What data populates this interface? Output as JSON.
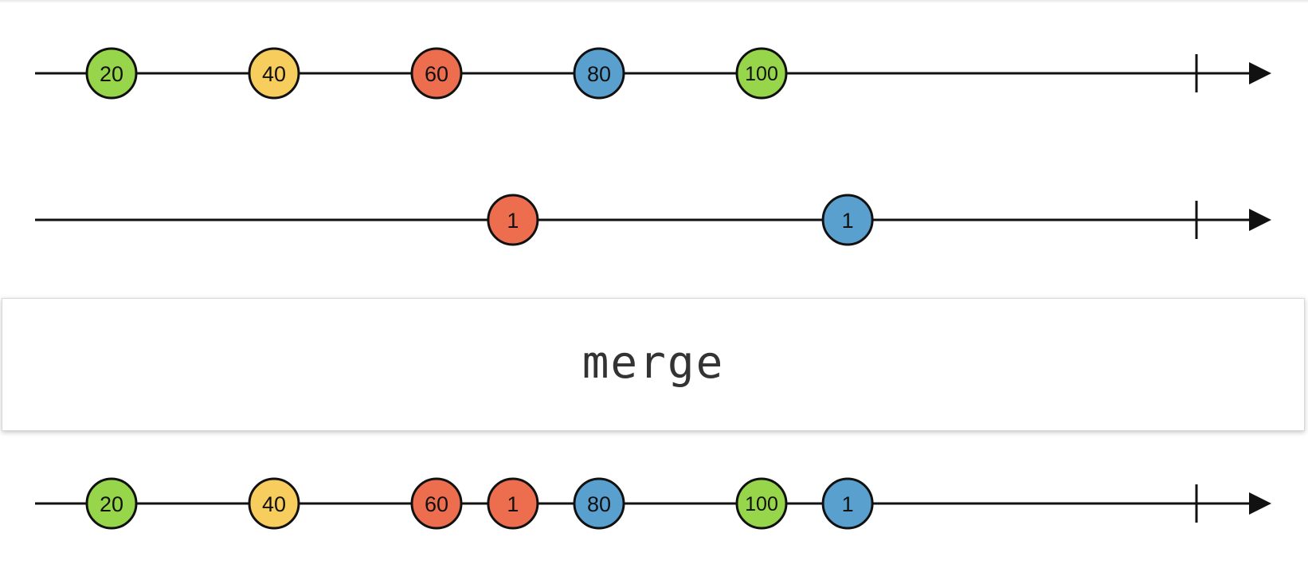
{
  "operator": {
    "label": "merge"
  },
  "colors": {
    "green": "#97d54a",
    "yellow": "#f7cd5e",
    "red": "#ed6e4e",
    "blue": "#5aa0cf",
    "stroke": "#111111"
  },
  "streams": [
    {
      "id": "input-1",
      "events": [
        {
          "label": "20",
          "time": 1,
          "color": "green"
        },
        {
          "label": "40",
          "time": 2,
          "color": "yellow"
        },
        {
          "label": "60",
          "time": 3,
          "color": "red"
        },
        {
          "label": "80",
          "time": 4,
          "color": "blue"
        },
        {
          "label": "100",
          "time": 5,
          "color": "green"
        }
      ]
    },
    {
      "id": "input-2",
      "events": [
        {
          "label": "1",
          "time": 3.47,
          "color": "red"
        },
        {
          "label": "1",
          "time": 5.53,
          "color": "blue"
        }
      ]
    },
    {
      "id": "output",
      "events": [
        {
          "label": "20",
          "time": 1,
          "color": "green"
        },
        {
          "label": "40",
          "time": 2,
          "color": "yellow"
        },
        {
          "label": "60",
          "time": 3,
          "color": "red"
        },
        {
          "label": "1",
          "time": 3.47,
          "color": "red"
        },
        {
          "label": "80",
          "time": 4,
          "color": "blue"
        },
        {
          "label": "100",
          "time": 5,
          "color": "green"
        },
        {
          "label": "1",
          "time": 5.53,
          "color": "blue"
        }
      ]
    }
  ]
}
